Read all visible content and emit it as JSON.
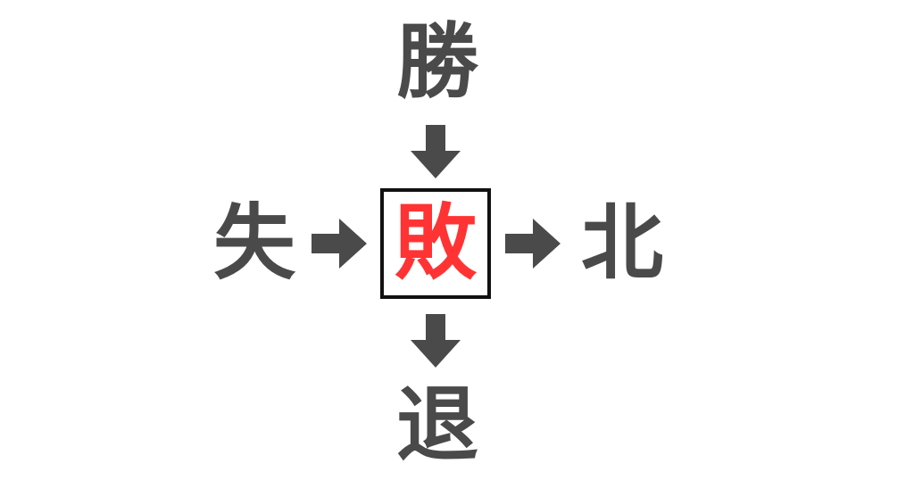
{
  "puzzle": {
    "top": "勝",
    "left": "失",
    "right": "北",
    "bottom": "退",
    "center": "敗"
  },
  "colors": {
    "kanji": "#4a4a4a",
    "arrow": "#4a4a4a",
    "center_kanji": "#ff3333",
    "center_border": "#111111"
  }
}
